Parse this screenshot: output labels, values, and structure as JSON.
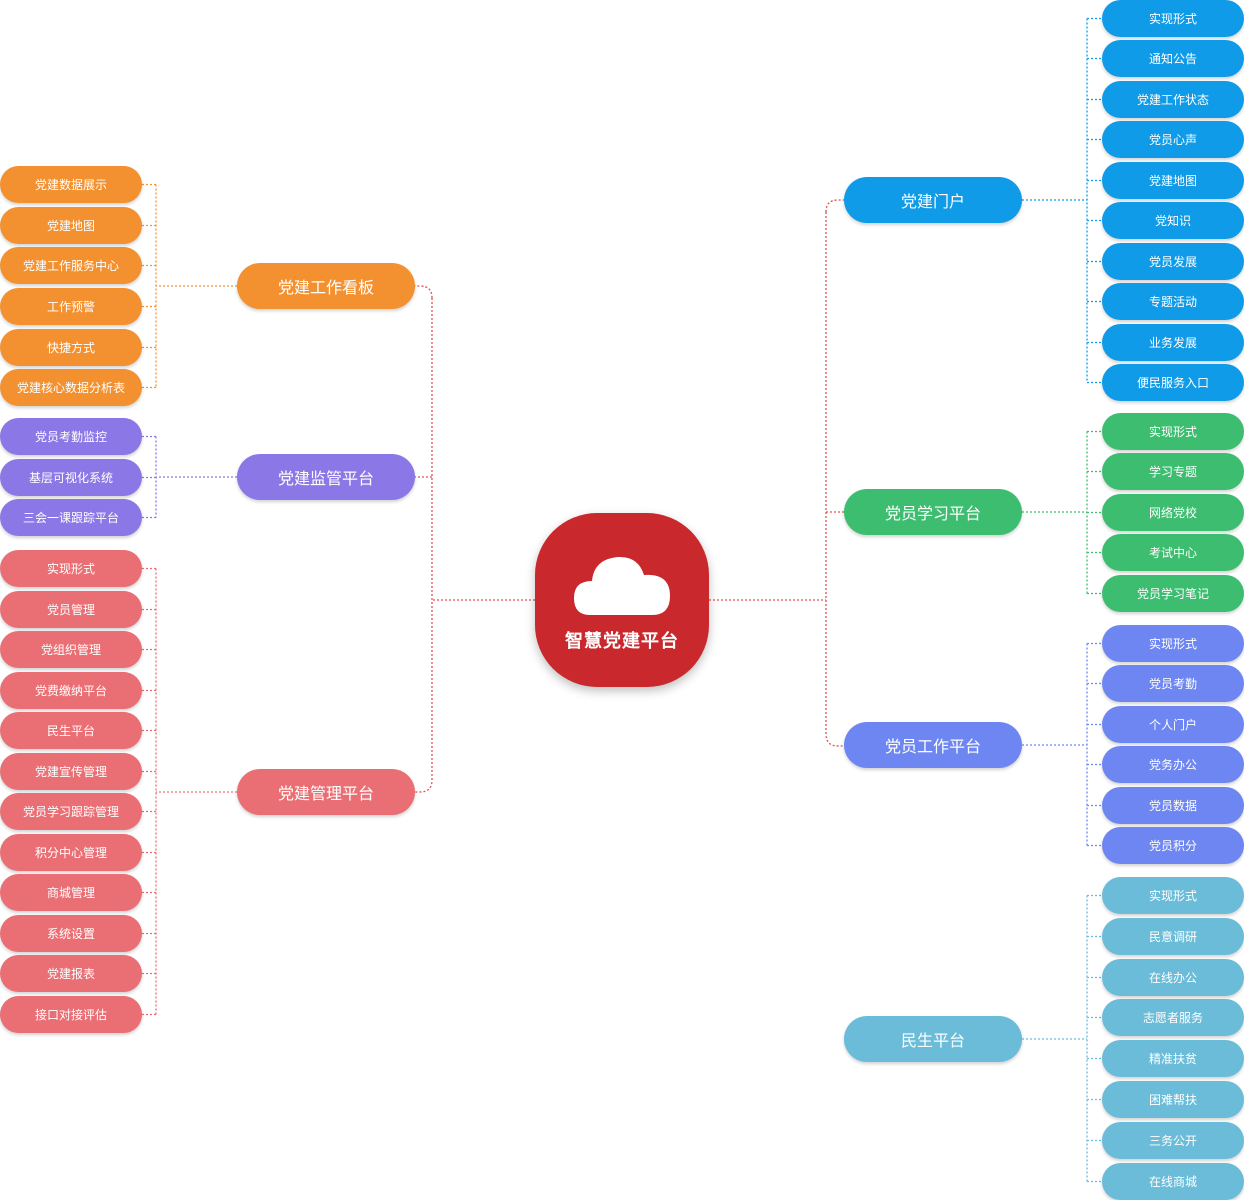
{
  "center": {
    "title": "智慧党建平台",
    "icon": "cloud-icon",
    "color": "#c9282d"
  },
  "branches": {
    "dashboard": {
      "label": "党建工作看板",
      "color": "#f39130",
      "items": [
        "党建数据展示",
        "党建地图",
        "党建工作服务中心",
        "工作预警",
        "快捷方式",
        "党建核心数据分析表"
      ]
    },
    "supervision": {
      "label": "党建监管平台",
      "color": "#8b78e6",
      "items": [
        "党员考勤监控",
        "基层可视化系统",
        "三会一课跟踪平台"
      ]
    },
    "management": {
      "label": "党建管理平台",
      "color": "#ea6f74",
      "items": [
        "实现形式",
        "党员管理",
        "党组织管理",
        "党费缴纳平台",
        "民生平台",
        "党建宣传管理",
        "党员学习跟踪管理",
        "积分中心管理",
        "商城管理",
        "系统设置",
        "党建报表",
        "接口对接评估"
      ]
    },
    "portal": {
      "label": "党建门户",
      "color": "#0f9be8",
      "items": [
        "实现形式",
        "通知公告",
        "党建工作状态",
        "党员心声",
        "党建地图",
        "党知识",
        "党员发展",
        "专题活动",
        "业务发展",
        "便民服务入口"
      ]
    },
    "learning": {
      "label": "党员学习平台",
      "color": "#3dbd6f",
      "items": [
        "实现形式",
        "学习专题",
        "网络党校",
        "考试中心",
        "党员学习笔记"
      ]
    },
    "work": {
      "label": "党员工作平台",
      "color": "#6d86f2",
      "items": [
        "实现形式",
        "党员考勤",
        "个人门户",
        "党务办公",
        "党员数据",
        "党员积分"
      ]
    },
    "livelihood": {
      "label": "民生平台",
      "color": "#6abcd9",
      "items": [
        "实现形式",
        "民意调研",
        "在线办公",
        "志愿者服务",
        "精准扶贫",
        "困难帮扶",
        "三务公开",
        "在线商城"
      ]
    }
  },
  "link_color": "#e05050"
}
